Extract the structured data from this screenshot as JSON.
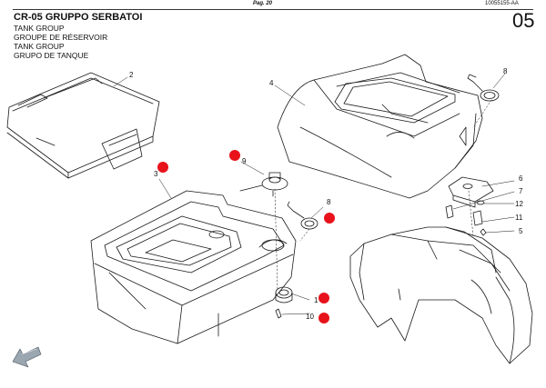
{
  "header": {
    "page_label": "Pag. 20",
    "doc_code": "10055155-AA",
    "section_number": "05",
    "title": "CR-05 GRUPPO SERBATOI",
    "subtitles": [
      "TANK GROUP",
      "GROUPE DE RÉSERVOIR",
      "TANK GROUP",
      "GRUPO DE TANQUE"
    ]
  },
  "callouts": [
    "1",
    "2",
    "3",
    "4",
    "5",
    "6",
    "7",
    "8",
    "8",
    "9",
    "10",
    "11",
    "12"
  ],
  "colors": {
    "marker": "#e8121b",
    "line": "#1a1a1a",
    "arrow": "#9aa6b0"
  },
  "icons": {
    "nav_arrow": "arrow-icon"
  }
}
